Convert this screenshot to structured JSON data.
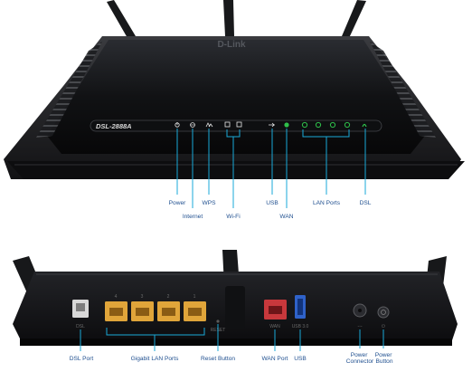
{
  "router": {
    "brand": "D-Link",
    "model": "DSL-2888A"
  },
  "front_labels": [
    {
      "key": "power",
      "text": "Power"
    },
    {
      "key": "internet",
      "text": "Internet"
    },
    {
      "key": "wps",
      "text": "WPS"
    },
    {
      "key": "wifi",
      "text": "Wi-Fi"
    },
    {
      "key": "usb",
      "text": "USB"
    },
    {
      "key": "wan",
      "text": "WAN"
    },
    {
      "key": "lan_ports",
      "text": "LAN Ports"
    },
    {
      "key": "dsl",
      "text": "DSL"
    }
  ],
  "back_labels": [
    {
      "key": "dsl_port",
      "text": "DSL Port"
    },
    {
      "key": "gigabit_lan_ports",
      "text": "Gigabit LAN Ports"
    },
    {
      "key": "reset_button",
      "text": "Reset Button"
    },
    {
      "key": "wan_port",
      "text": "WAN Port"
    },
    {
      "key": "usb",
      "text": "USB"
    },
    {
      "key": "power_connector",
      "text": "Power Connector"
    },
    {
      "key": "power_button",
      "text": "Power Button"
    }
  ],
  "back_panel_markings": {
    "dsl": "DSL",
    "lan_numbers": [
      "4",
      "3",
      "2",
      "1"
    ],
    "reset": "RESET",
    "wan": "WAN",
    "usb": "USB 3.0"
  },
  "colors": {
    "leader_line": "#19a9d8",
    "label_text": "#1f4f8f",
    "led_green": "#2fbf4a",
    "lan_port": "#e0a53a",
    "wan_port": "#c8383c",
    "usb_port": "#2f62c9"
  }
}
